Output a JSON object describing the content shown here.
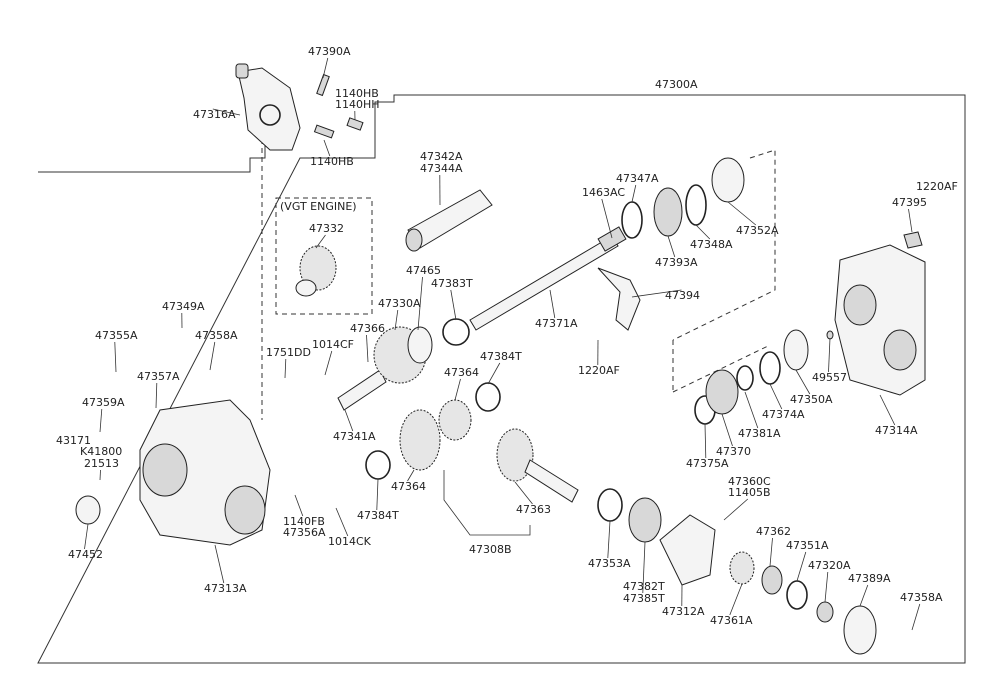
{
  "labels": [
    {
      "id": "47390a",
      "text": "47390A"
    },
    {
      "id": "1140hb-1",
      "text": "1140HB"
    },
    {
      "id": "1140hh",
      "text": "1140HH"
    },
    {
      "id": "47316a",
      "text": "47316A"
    },
    {
      "id": "1140hb-2",
      "text": "1140HB"
    },
    {
      "id": "47300a",
      "text": "47300A"
    },
    {
      "id": "vgt-engine",
      "text": "(VGT ENGINE)"
    },
    {
      "id": "47332",
      "text": "47332"
    },
    {
      "id": "47342a",
      "text": "47342A"
    },
    {
      "id": "47344a",
      "text": "47344A"
    },
    {
      "id": "47347a",
      "text": "47347A"
    },
    {
      "id": "1463ac",
      "text": "1463AC"
    },
    {
      "id": "1220af-1",
      "text": "1220AF"
    },
    {
      "id": "47395",
      "text": "47395"
    },
    {
      "id": "47352a",
      "text": "47352A"
    },
    {
      "id": "47348a",
      "text": "47348A"
    },
    {
      "id": "47393a",
      "text": "47393A"
    },
    {
      "id": "47465",
      "text": "47465"
    },
    {
      "id": "47383t",
      "text": "47383T"
    },
    {
      "id": "47394",
      "text": "47394"
    },
    {
      "id": "47330a",
      "text": "47330A"
    },
    {
      "id": "47366",
      "text": "47366"
    },
    {
      "id": "47371a",
      "text": "47371A"
    },
    {
      "id": "47349a",
      "text": "47349A"
    },
    {
      "id": "47355a",
      "text": "47355A"
    },
    {
      "id": "47358a-1",
      "text": "47358A"
    },
    {
      "id": "1751dd",
      "text": "1751DD"
    },
    {
      "id": "1014cf",
      "text": "1014CF"
    },
    {
      "id": "47384t-1",
      "text": "47384T"
    },
    {
      "id": "1220af-2",
      "text": "1220AF"
    },
    {
      "id": "47357a",
      "text": "47357A"
    },
    {
      "id": "47364-1",
      "text": "47364"
    },
    {
      "id": "49557",
      "text": "49557"
    },
    {
      "id": "47350a",
      "text": "47350A"
    },
    {
      "id": "47374a",
      "text": "47374A"
    },
    {
      "id": "47314a",
      "text": "47314A"
    },
    {
      "id": "47359a",
      "text": "47359A"
    },
    {
      "id": "47341a",
      "text": "47341A"
    },
    {
      "id": "47381a",
      "text": "47381A"
    },
    {
      "id": "43171",
      "text": "43171"
    },
    {
      "id": "k41800",
      "text": "K41800"
    },
    {
      "id": "21513",
      "text": "21513"
    },
    {
      "id": "47370",
      "text": "47370"
    },
    {
      "id": "47375a",
      "text": "47375A"
    },
    {
      "id": "47364-2",
      "text": "47364"
    },
    {
      "id": "47360c",
      "text": "47360C"
    },
    {
      "id": "11405b",
      "text": "11405B"
    },
    {
      "id": "47363",
      "text": "47363"
    },
    {
      "id": "47384t-2",
      "text": "47384T"
    },
    {
      "id": "1140fb",
      "text": "1140FB"
    },
    {
      "id": "47356a",
      "text": "47356A"
    },
    {
      "id": "1014ck",
      "text": "1014CK"
    },
    {
      "id": "47362",
      "text": "47362"
    },
    {
      "id": "47351a",
      "text": "47351A"
    },
    {
      "id": "47308b",
      "text": "47308B"
    },
    {
      "id": "47353a",
      "text": "47353A"
    },
    {
      "id": "47452",
      "text": "47452"
    },
    {
      "id": "47320a",
      "text": "47320A"
    },
    {
      "id": "47389a",
      "text": "47389A"
    },
    {
      "id": "47382t",
      "text": "47382T"
    },
    {
      "id": "47385t",
      "text": "47385T"
    },
    {
      "id": "47313a",
      "text": "47313A"
    },
    {
      "id": "47358a-2",
      "text": "47358A"
    },
    {
      "id": "47312a",
      "text": "47312A"
    },
    {
      "id": "47361a",
      "text": "47361A"
    }
  ]
}
